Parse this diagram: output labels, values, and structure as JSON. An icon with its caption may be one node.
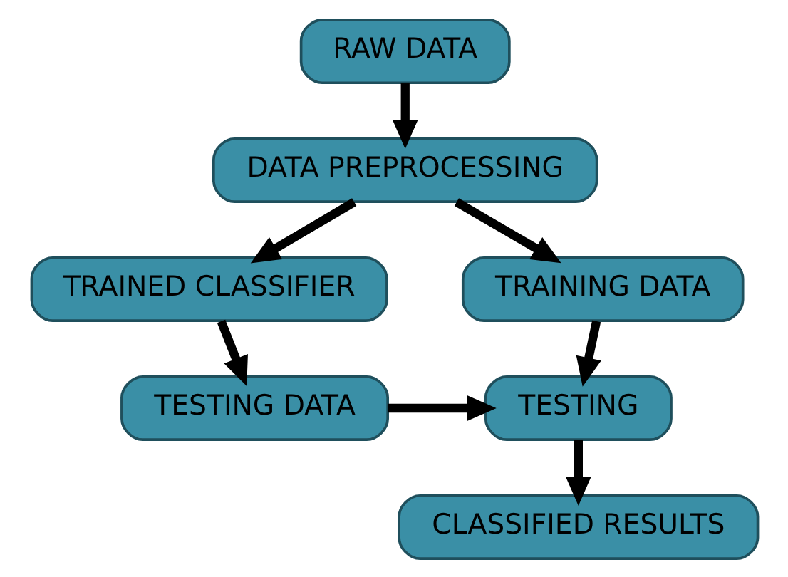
{
  "diagram": {
    "nodes": [
      {
        "text": [
          "RAW DATA"
        ]
      },
      {
        "text": [
          "DATA PREPROCESSING"
        ]
      },
      {
        "text": [
          "TRAINING DATA"
        ]
      },
      {
        "text": [
          "TRAINED CLASSIFIER"
        ]
      },
      {
        "text": [
          "TESTING"
        ]
      },
      {
        "text": [
          "TESTING DATA"
        ]
      },
      {
        "text": [
          "CLASSIFIED RESULTS"
        ]
      }
    ],
    "edges": [
      {
        "from": 0,
        "to": 1,
        "arrow": "to"
      },
      {
        "from": 1,
        "to": 3,
        "arrow": "to"
      },
      {
        "from": 1,
        "to": 2,
        "arrow": "to"
      },
      {
        "from": 3,
        "to": 5,
        "arrow": "to"
      },
      {
        "from": 2,
        "to": 4,
        "arrow": "to"
      },
      {
        "from": 5,
        "to": 4,
        "arrow": "to"
      },
      {
        "from": 4,
        "to": 6,
        "arrow": "to"
      }
    ]
  }
}
